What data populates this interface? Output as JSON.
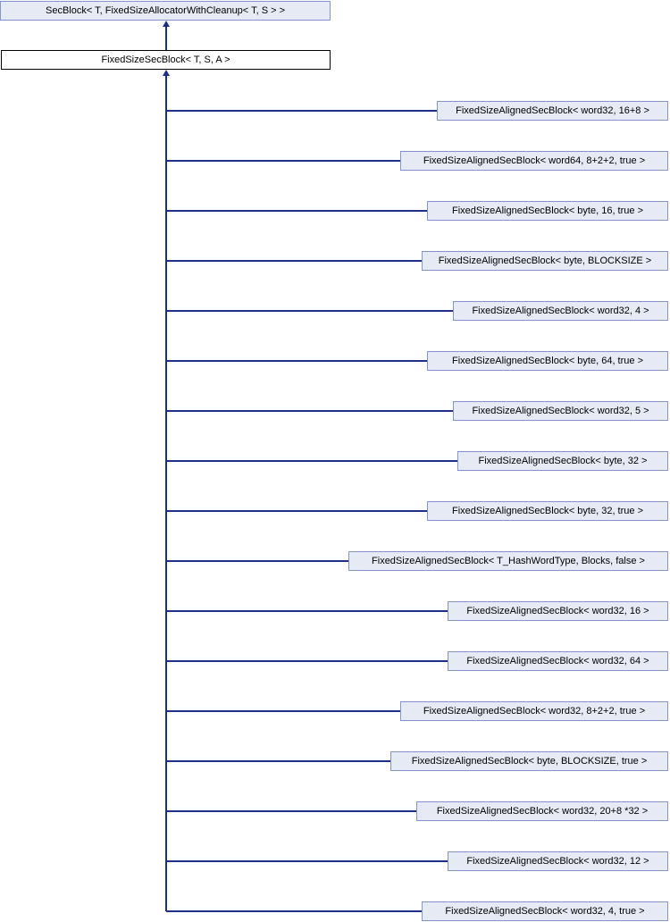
{
  "diagram": {
    "title": "FixedSizeSecBlock inheritance diagram",
    "type": "class-inheritance",
    "colors": {
      "node_fill": "#e6eaf4",
      "node_border": "#8296c8",
      "current_fill": "#ffffff",
      "current_border": "#000000",
      "edge": "#1f2f86",
      "background": "#ffffff"
    }
  },
  "base_class": {
    "label": "SecBlock< T, FixedSizeAllocatorWithCleanup< T, S > >",
    "style": "filled"
  },
  "current_class": {
    "label": "FixedSizeSecBlock< T, S, A >",
    "style": "current"
  },
  "derived_classes": [
    {
      "label": "FixedSizeAlignedSecBlock< word32, 16+8 >"
    },
    {
      "label": "FixedSizeAlignedSecBlock< word64, 8+2+2, true >"
    },
    {
      "label": "FixedSizeAlignedSecBlock< byte, 16, true >"
    },
    {
      "label": "FixedSizeAlignedSecBlock< byte, BLOCKSIZE >"
    },
    {
      "label": "FixedSizeAlignedSecBlock< word32, 4 >"
    },
    {
      "label": "FixedSizeAlignedSecBlock< byte, 64, true >"
    },
    {
      "label": "FixedSizeAlignedSecBlock< word32, 5 >"
    },
    {
      "label": "FixedSizeAlignedSecBlock< byte, 32 >"
    },
    {
      "label": "FixedSizeAlignedSecBlock< byte, 32, true >"
    },
    {
      "label": "FixedSizeAlignedSecBlock< T_HashWordType, Blocks, false >"
    },
    {
      "label": "FixedSizeAlignedSecBlock< word32, 16 >"
    },
    {
      "label": "FixedSizeAlignedSecBlock< word32, 64 >"
    },
    {
      "label": "FixedSizeAlignedSecBlock< word32, 8+2+2, true >"
    },
    {
      "label": "FixedSizeAlignedSecBlock< byte, BLOCKSIZE, true >"
    },
    {
      "label": "FixedSizeAlignedSecBlock< word32, 20+8 *32 >"
    },
    {
      "label": "FixedSizeAlignedSecBlock< word32, 12 >"
    },
    {
      "label": "FixedSizeAlignedSecBlock< word32, 4, true >"
    }
  ]
}
